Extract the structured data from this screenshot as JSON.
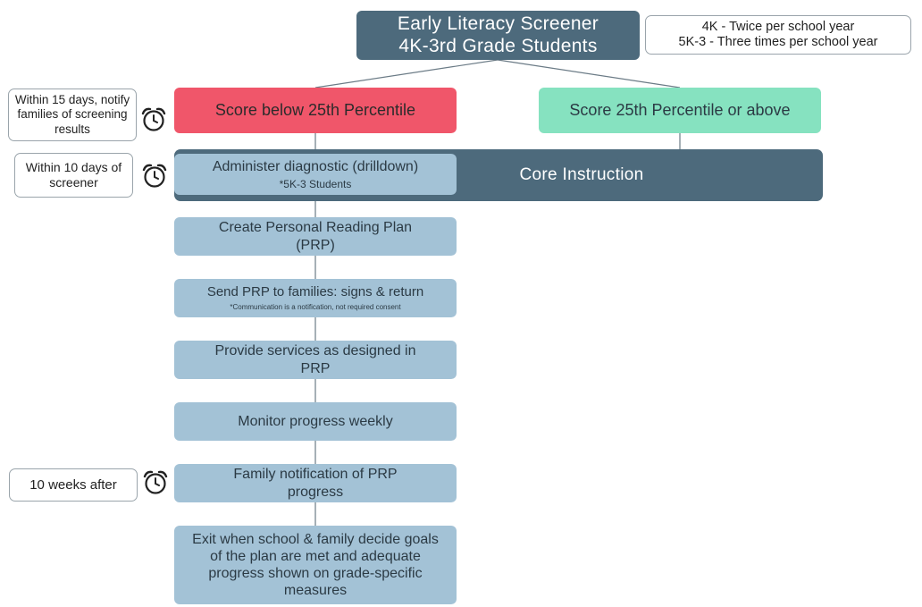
{
  "title": {
    "line1": "Early Literacy Screener",
    "line2": "4K-3rd Grade Students"
  },
  "frequency": {
    "line1": "4K - Twice per school year",
    "line2": "5K-3 - Three times per school year"
  },
  "branches": {
    "below": "Score below 25th Percentile",
    "above": "Score 25th Percentile or above"
  },
  "core_instruction": "Core Instruction",
  "steps": {
    "diagnostic": {
      "label": "Administer diagnostic (drilldown)",
      "note": "*5K-3 Students"
    },
    "create_prp": {
      "label": "Create Personal Reading Plan (PRP)"
    },
    "send_prp": {
      "label": "Send PRP to families: signs & return",
      "note": "*Communication is a notification, not required consent"
    },
    "provide_services": {
      "label": "Provide services as designed in PRP"
    },
    "monitor": {
      "label": "Monitor progress weekly"
    },
    "family_notification": {
      "label": "Family notification of PRP progress"
    },
    "exit": {
      "label": "Exit when school & family decide goals of the plan are met and adequate progress shown on grade-specific measures"
    }
  },
  "timing_notes": {
    "notify": "Within 15 days, notify families of screening results",
    "diagnostic": "Within 10 days of screener",
    "progress": "10 weeks after"
  },
  "icons": {
    "timer": "alarm-clock-icon"
  },
  "colors": {
    "title_bg": "#4d6a7c",
    "below_bg": "#f0566a",
    "above_bg": "#86e2c0",
    "step_bg": "#a3c2d6"
  }
}
